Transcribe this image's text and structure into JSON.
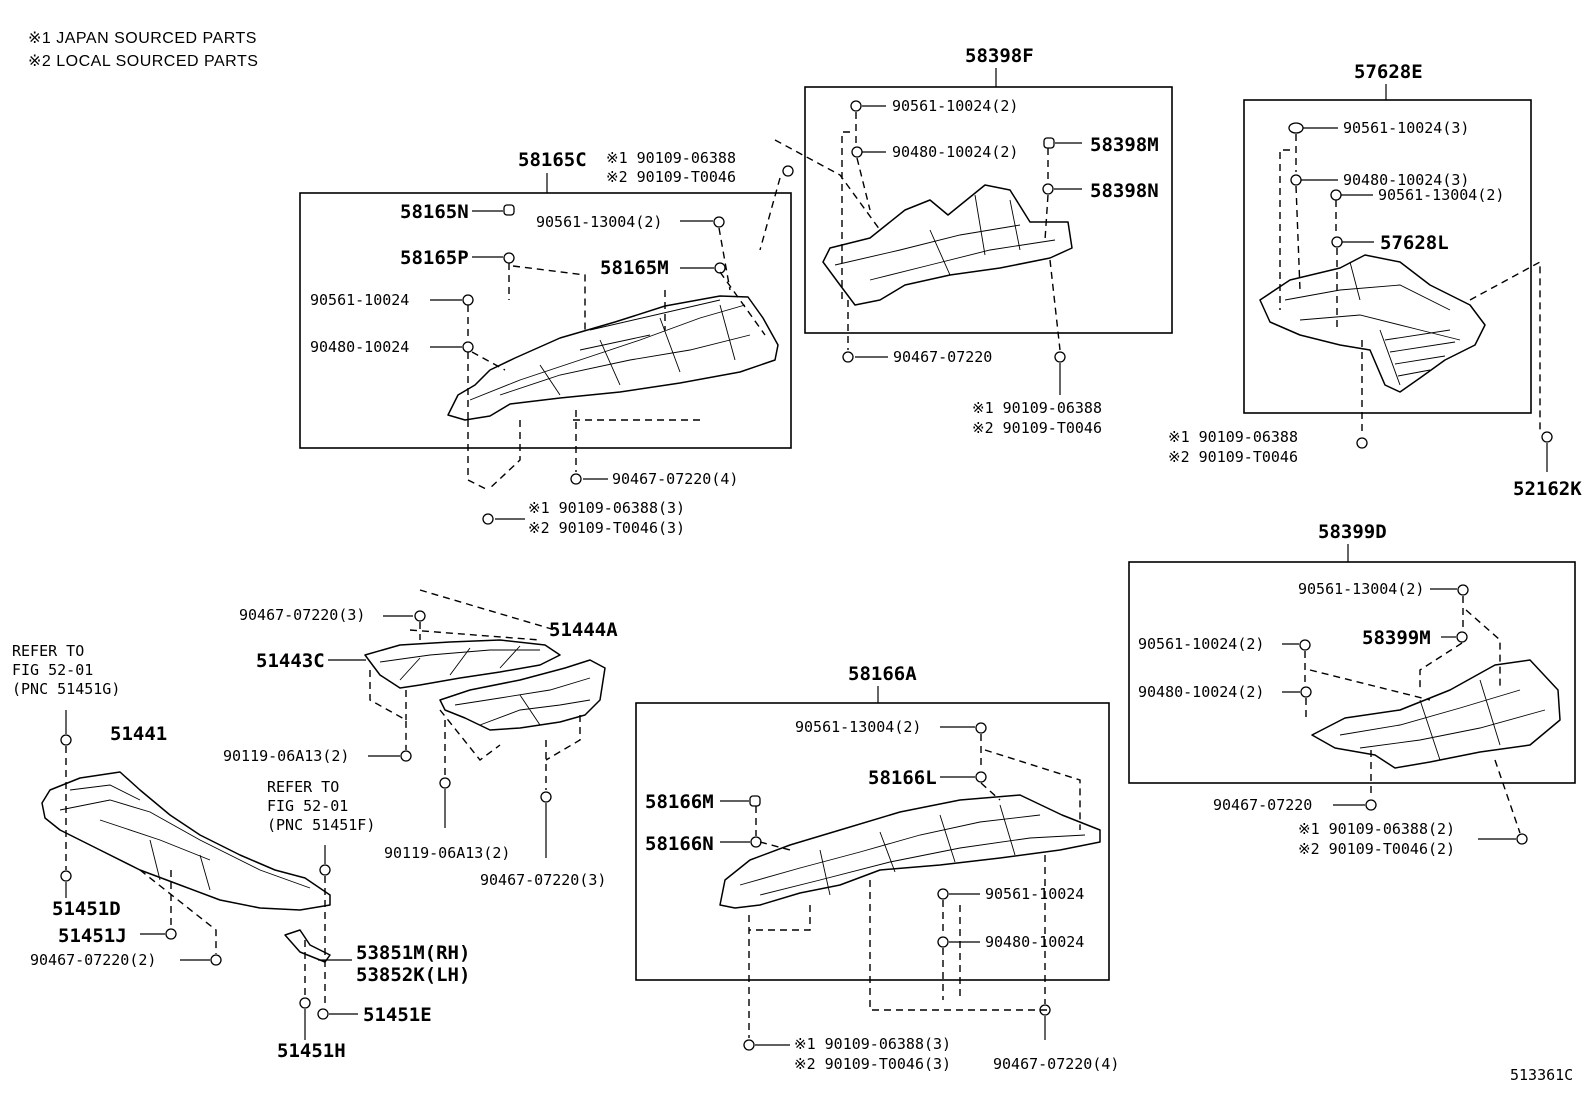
{
  "notes": {
    "japan": "※1 JAPAN SOURCED PARTS",
    "local": "※2 LOCAL SOURCED PARTS"
  },
  "figure_id": "513361C",
  "groups": {
    "g58165C": {
      "title": "58165C",
      "n": "58165N",
      "p": "58165P",
      "m": "58165M",
      "g1": "90561-13004(2)",
      "g2": "90561-10024",
      "g3": "90480-10024",
      "s1": "※1 90109-06388",
      "s2": "※2 90109-T0046",
      "b1": "90467-07220(4)",
      "b2": "※1 90109-06388(3)",
      "b3": "※2 90109-T0046(3)"
    },
    "g58398F": {
      "title": "58398F",
      "g1": "90561-10024(2)",
      "g2": "90480-10024(2)",
      "m": "58398M",
      "n": "58398N",
      "b1": "90467-07220",
      "s1": "※1 90109-06388",
      "s2": "※2 90109-T0046"
    },
    "g57628E": {
      "title": "57628E",
      "g1": "90561-10024(3)",
      "g2": "90480-10024(3)",
      "g3": "90561-13004(2)",
      "l": "57628L",
      "s1": "※1 90109-06388",
      "s2": "※2 90109-T0046",
      "k": "52162K"
    },
    "g58399D": {
      "title": "58399D",
      "g1": "90561-13004(2)",
      "m": "58399M",
      "g2": "90561-10024(2)",
      "g3": "90480-10024(2)",
      "b1": "90467-07220",
      "s1": "※1 90109-06388(2)",
      "s2": "※2 90109-T0046(2)"
    },
    "g58166A": {
      "title": "58166A",
      "g1": "90561-13004(2)",
      "l": "58166L",
      "m": "58166M",
      "n": "58166N",
      "g2": "90561-10024",
      "g3": "90480-10024",
      "s1": "※1 90109-06388(3)",
      "s2": "※2 90109-T0046(3)",
      "b1": "90467-07220(4)"
    },
    "g51441": {
      "refer1": "REFER TO",
      "refer2": "FIG 52-01",
      "refer3": "(PNC 51451G)",
      "title": "51441",
      "d": "51451D",
      "j": "51451J",
      "b1": "90467-07220(2)",
      "refB1": "REFER TO",
      "refB2": "FIG 52-01",
      "refB3": "(PNC 51451F)",
      "rh": "53851M(RH)",
      "lh": "53852K(LH)",
      "e": "51451E",
      "h": "51451H"
    },
    "g51443": {
      "top": "90467-07220(3)",
      "c": "51443C",
      "a": "51444A",
      "c1": "90119-06A13(2)",
      "c2": "90119-06A13(2)",
      "b1": "90467-07220(3)"
    }
  }
}
